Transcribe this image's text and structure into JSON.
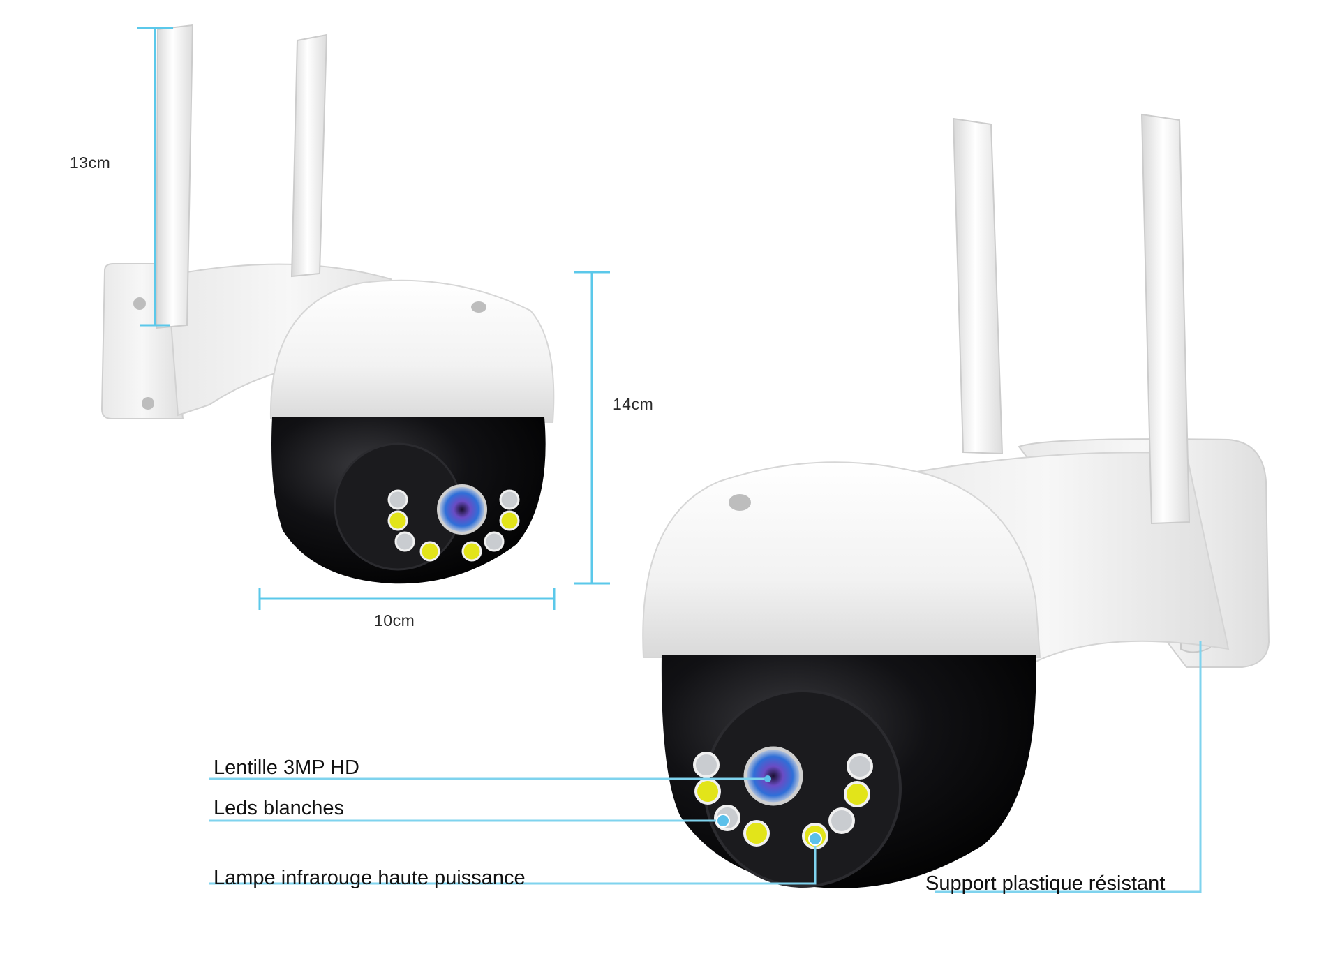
{
  "dimensions": {
    "antenna_height": "13cm",
    "body_height": "14cm",
    "body_width": "10cm"
  },
  "callouts": {
    "lens": "Lentille 3MP HD",
    "white_leds": "Leds blanches",
    "ir_lamp": "Lampe infrarouge haute puissance",
    "mount": "Support plastique résistant"
  },
  "colors": {
    "dimension_line": "#5bc8ea",
    "callout_line": "#7fd3ee",
    "white_led": "#c9ccd0",
    "ir_led": "#e2e41a",
    "shell": "#f5f5f5",
    "dome": "#0b0b0d"
  }
}
